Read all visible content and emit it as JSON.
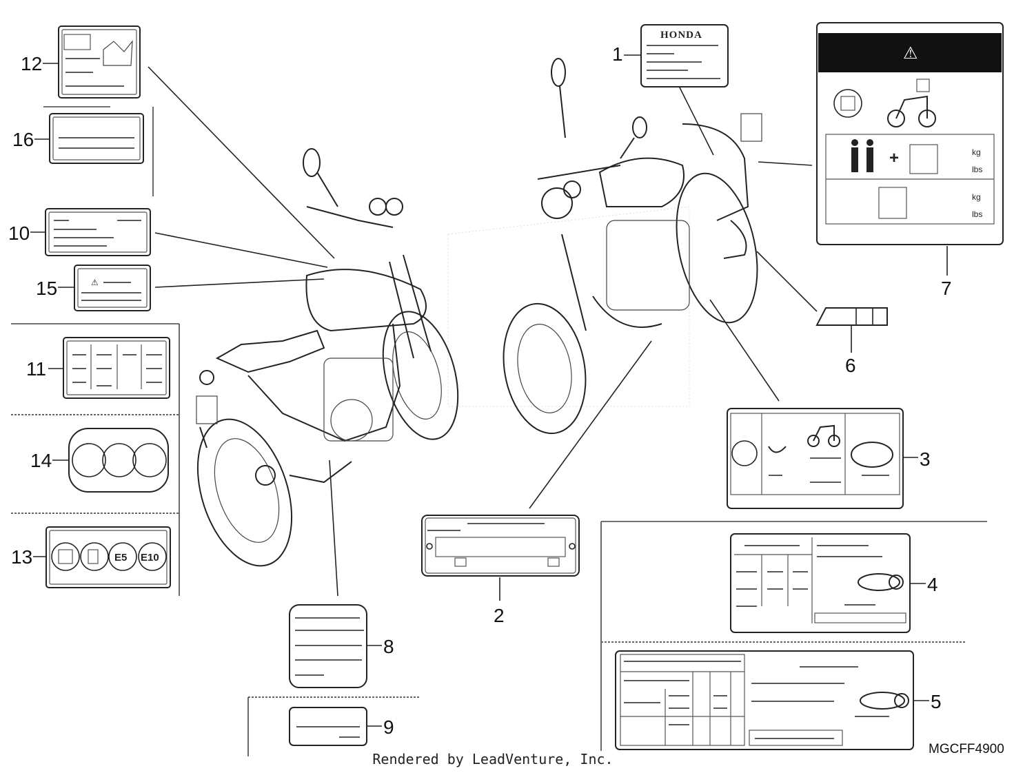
{
  "callouts": [
    {
      "id": 1,
      "label": "1"
    },
    {
      "id": 2,
      "label": "2"
    },
    {
      "id": 3,
      "label": "3"
    },
    {
      "id": 4,
      "label": "4"
    },
    {
      "id": 5,
      "label": "5"
    },
    {
      "id": 6,
      "label": "6"
    },
    {
      "id": 7,
      "label": "7"
    },
    {
      "id": 8,
      "label": "8"
    },
    {
      "id": 9,
      "label": "9"
    },
    {
      "id": 10,
      "label": "10"
    },
    {
      "id": 11,
      "label": "11"
    },
    {
      "id": 12,
      "label": "12"
    },
    {
      "id": 13,
      "label": "13"
    },
    {
      "id": 14,
      "label": "14"
    },
    {
      "id": 15,
      "label": "15"
    },
    {
      "id": 16,
      "label": "16"
    }
  ],
  "label1": {
    "brand": "HONDA"
  },
  "label7": {
    "warning_symbol": "⚠",
    "unit_kg": "kg",
    "unit_lbs": "lbs",
    "plus": "+"
  },
  "label13": {
    "fuel_marks": [
      "E5",
      "E10"
    ]
  },
  "diagram_code": "MGCFF4900",
  "footer_text": "Rendered by LeadVenture, Inc.",
  "icons": [
    "warning-triangle-icon",
    "manual-book-icon",
    "motorcycle-icon",
    "rider-icon",
    "luggage-icon",
    "tire-pressure-icon",
    "chain-icon"
  ]
}
